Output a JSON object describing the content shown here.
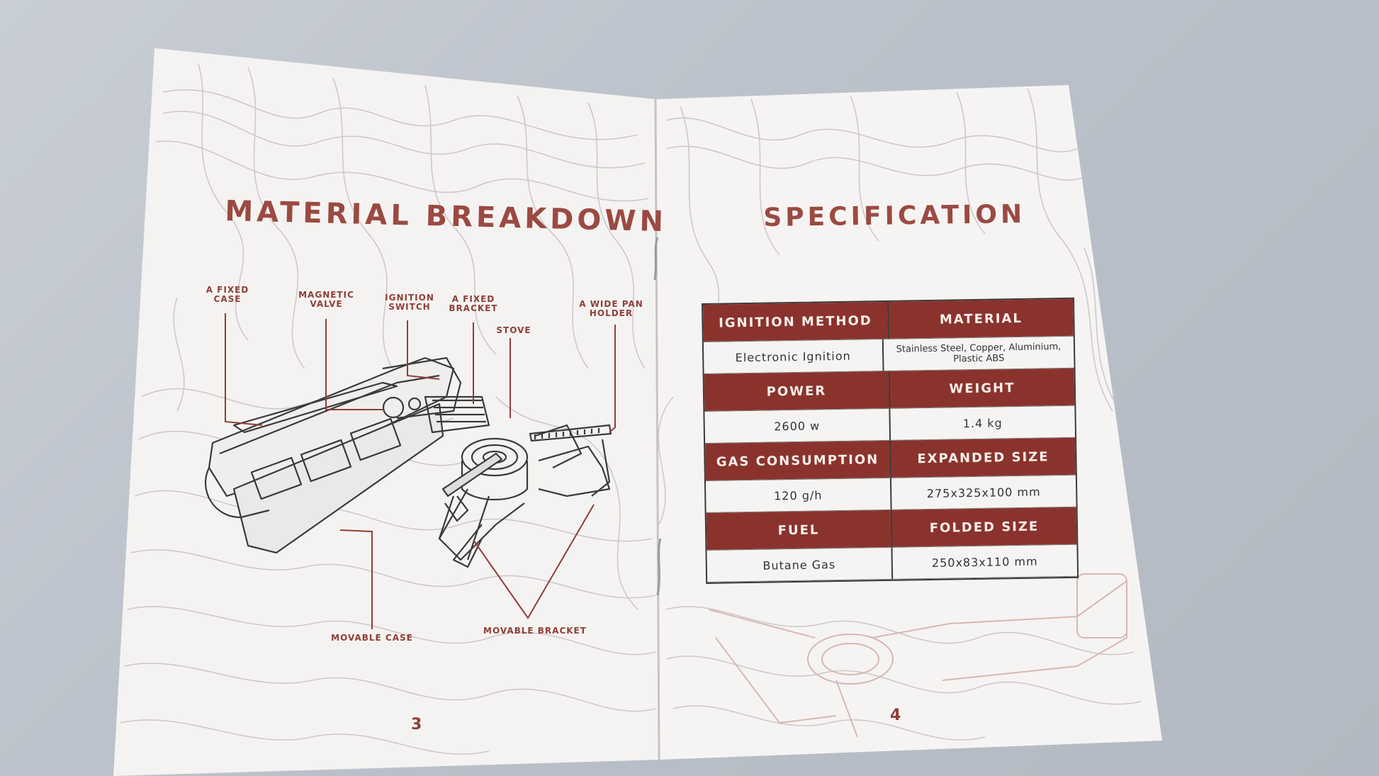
{
  "left_page": {
    "title": "MATERIAL BREAKDOWN",
    "labels": {
      "fixed_case": [
        "A FIXED",
        "CASE"
      ],
      "magnetic_valve": [
        "MAGNETIC",
        "VALVE"
      ],
      "ignition_switch": [
        "IGNITION",
        "SWITCH"
      ],
      "fixed_bracket": [
        "A FIXED",
        "BRACKET"
      ],
      "stove": "STOVE",
      "pan_holder": [
        "A WIDE PAN",
        "HOLDER"
      ],
      "movable_case": "MOVABLE CASE",
      "movable_bracket": "MOVABLE BRACKET"
    },
    "page_number": "3"
  },
  "right_page": {
    "title": "SPECIFICATION",
    "page_number": "4",
    "table": [
      {
        "headers": [
          "IGNITION METHOD",
          "MATERIAL"
        ],
        "values": [
          "Electronic Ignition",
          "Stainless Steel, Copper, Aluminium, Plastic ABS"
        ]
      },
      {
        "headers": [
          "POWER",
          "WEIGHT"
        ],
        "values": [
          "2600 w",
          "1.4 kg"
        ]
      },
      {
        "headers": [
          "GAS CONSUMPTION",
          "EXPANDED SIZE"
        ],
        "values": [
          "120 g/h",
          "275x325x100 mm"
        ]
      },
      {
        "headers": [
          "FUEL",
          "FOLDED SIZE"
        ],
        "values": [
          "Butane Gas",
          "250x83x110 mm"
        ]
      }
    ]
  },
  "colors": {
    "accent": "#8a332d",
    "paper": "#f4f2f0",
    "background": "#c2c7cf"
  }
}
